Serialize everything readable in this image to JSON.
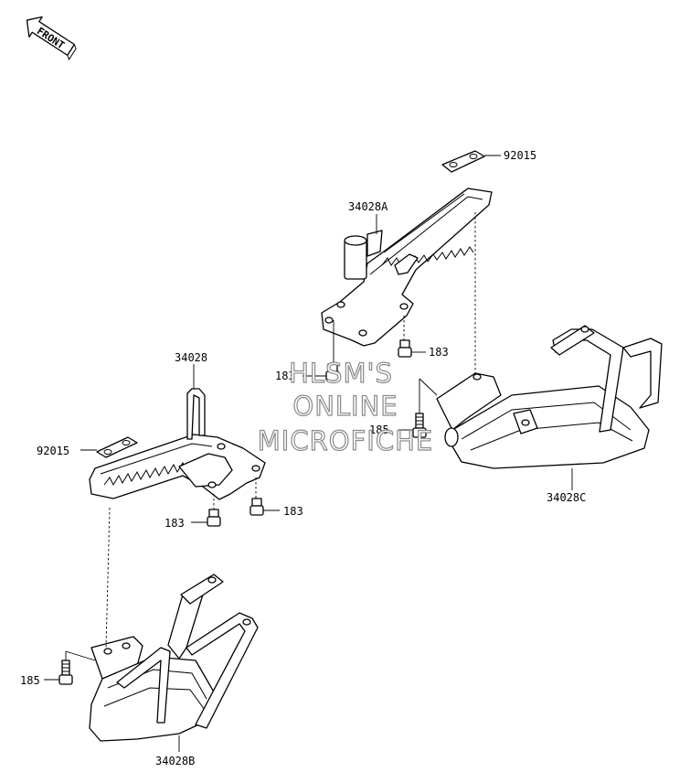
{
  "orientation": {
    "front_label": "FRONT"
  },
  "callouts": {
    "bracket_right_upper": "92015",
    "footrest_right": "34028A",
    "bolt_right_a": "183",
    "bolt_right_b": "183",
    "bolt_right_c": "185",
    "guard_right": "34028C",
    "footrest_left": "34028",
    "bracket_left_upper": "92015",
    "bolt_left_a": "183",
    "bolt_left_b": "183",
    "bolt_left_c": "185",
    "guard_left": "34028B"
  },
  "watermark": {
    "line1": "HLSM'S",
    "line2": "ONLINE",
    "line3": "MICROFICHE"
  }
}
